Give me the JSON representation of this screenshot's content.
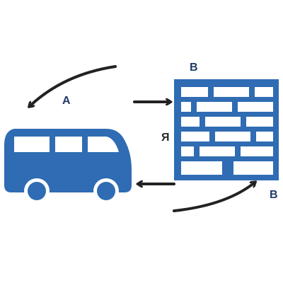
{
  "labels": {
    "a": "A",
    "b_top": "B",
    "mid": "Я",
    "b_bottom": "B"
  },
  "icons": {
    "vehicle": "bus-icon",
    "wall": "brick-wall-icon"
  },
  "colors": {
    "icon_blue": "#2f6cb3",
    "arrow": "#222222",
    "label": "#1f3a6b"
  }
}
